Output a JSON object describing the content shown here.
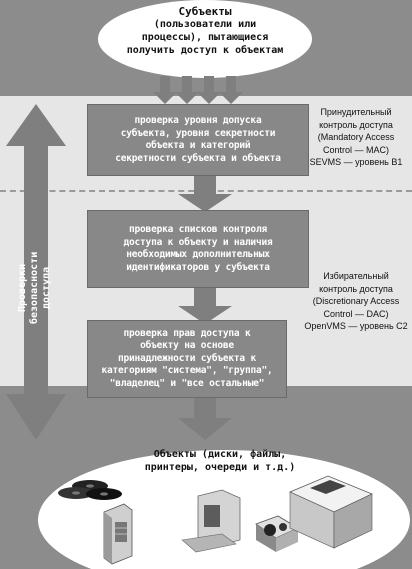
{
  "subjects": {
    "title": "Субъекты",
    "line2": "(пользователи или",
    "line3": "процессы), пытающиеся",
    "line4": "получить доступ к объектам"
  },
  "steps": [
    {
      "lines": [
        "проверка уровня допуска",
        "субъекта, уровня секретности",
        "объекта и категорий",
        "секретности субъекта и объекта"
      ]
    },
    {
      "lines": [
        "проверка списков контроля",
        "доступа к объекту и наличия",
        "необходимых дополнительных",
        "идентификаторов у субъекта"
      ]
    },
    {
      "lines": [
        "проверка прав доступа к",
        "объекту на основе",
        "принадлежности субъекта к",
        "категориям \"система\", \"группа\",",
        "\"владелец\" и \"все остальные\""
      ]
    }
  ],
  "side_label": {
    "lines": [
      "Проверки",
      "безопасности",
      "доступа"
    ]
  },
  "mac": {
    "lines": [
      "Принудительный",
      "контроль доступа",
      "(Mandatory Access",
      "Control — MAC)",
      "SEVMS — уровень B1"
    ]
  },
  "dac": {
    "lines": [
      "Избирательный",
      "контроль доступа",
      "(Discretionary Access",
      "Control — DAC)",
      "OpenVMS — уровень C2"
    ]
  },
  "objects": {
    "line1": "Объекты (диски, файлы,",
    "line2": "принтеры, очереди и т.д.)"
  },
  "colors": {
    "background": "#8c8c8c",
    "band": "#e6e6e6",
    "box": "#888888",
    "arrow": "#7f7f7f"
  }
}
